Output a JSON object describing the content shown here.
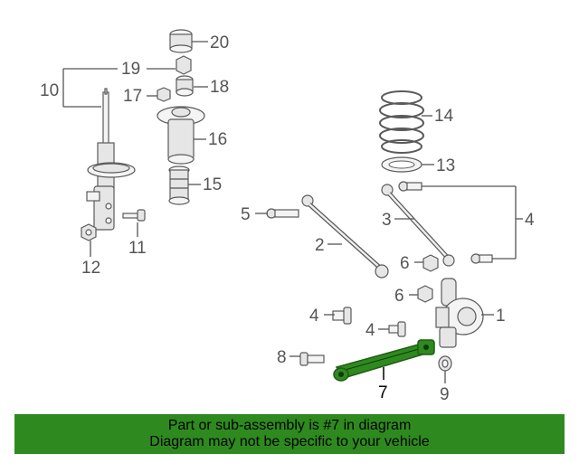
{
  "diagram": {
    "highlight_color": "#2e8a1f",
    "callouts": {
      "c1": "1",
      "c2": "2",
      "c3": "3",
      "c4a": "4",
      "c4b": "4",
      "c4c": "4",
      "c5": "5",
      "c6a": "6",
      "c6b": "6",
      "c7": "7",
      "c8": "8",
      "c9": "9",
      "c10": "10",
      "c11": "11",
      "c12": "12",
      "c13": "13",
      "c14": "14",
      "c15": "15",
      "c16": "16",
      "c17": "17",
      "c18": "18",
      "c19": "19",
      "c20": "20"
    }
  },
  "banner": {
    "line1": "Part or sub-assembly is #7 in diagram",
    "line2": "Diagram may not be specific to your vehicle",
    "background": "#2e8a1f"
  }
}
